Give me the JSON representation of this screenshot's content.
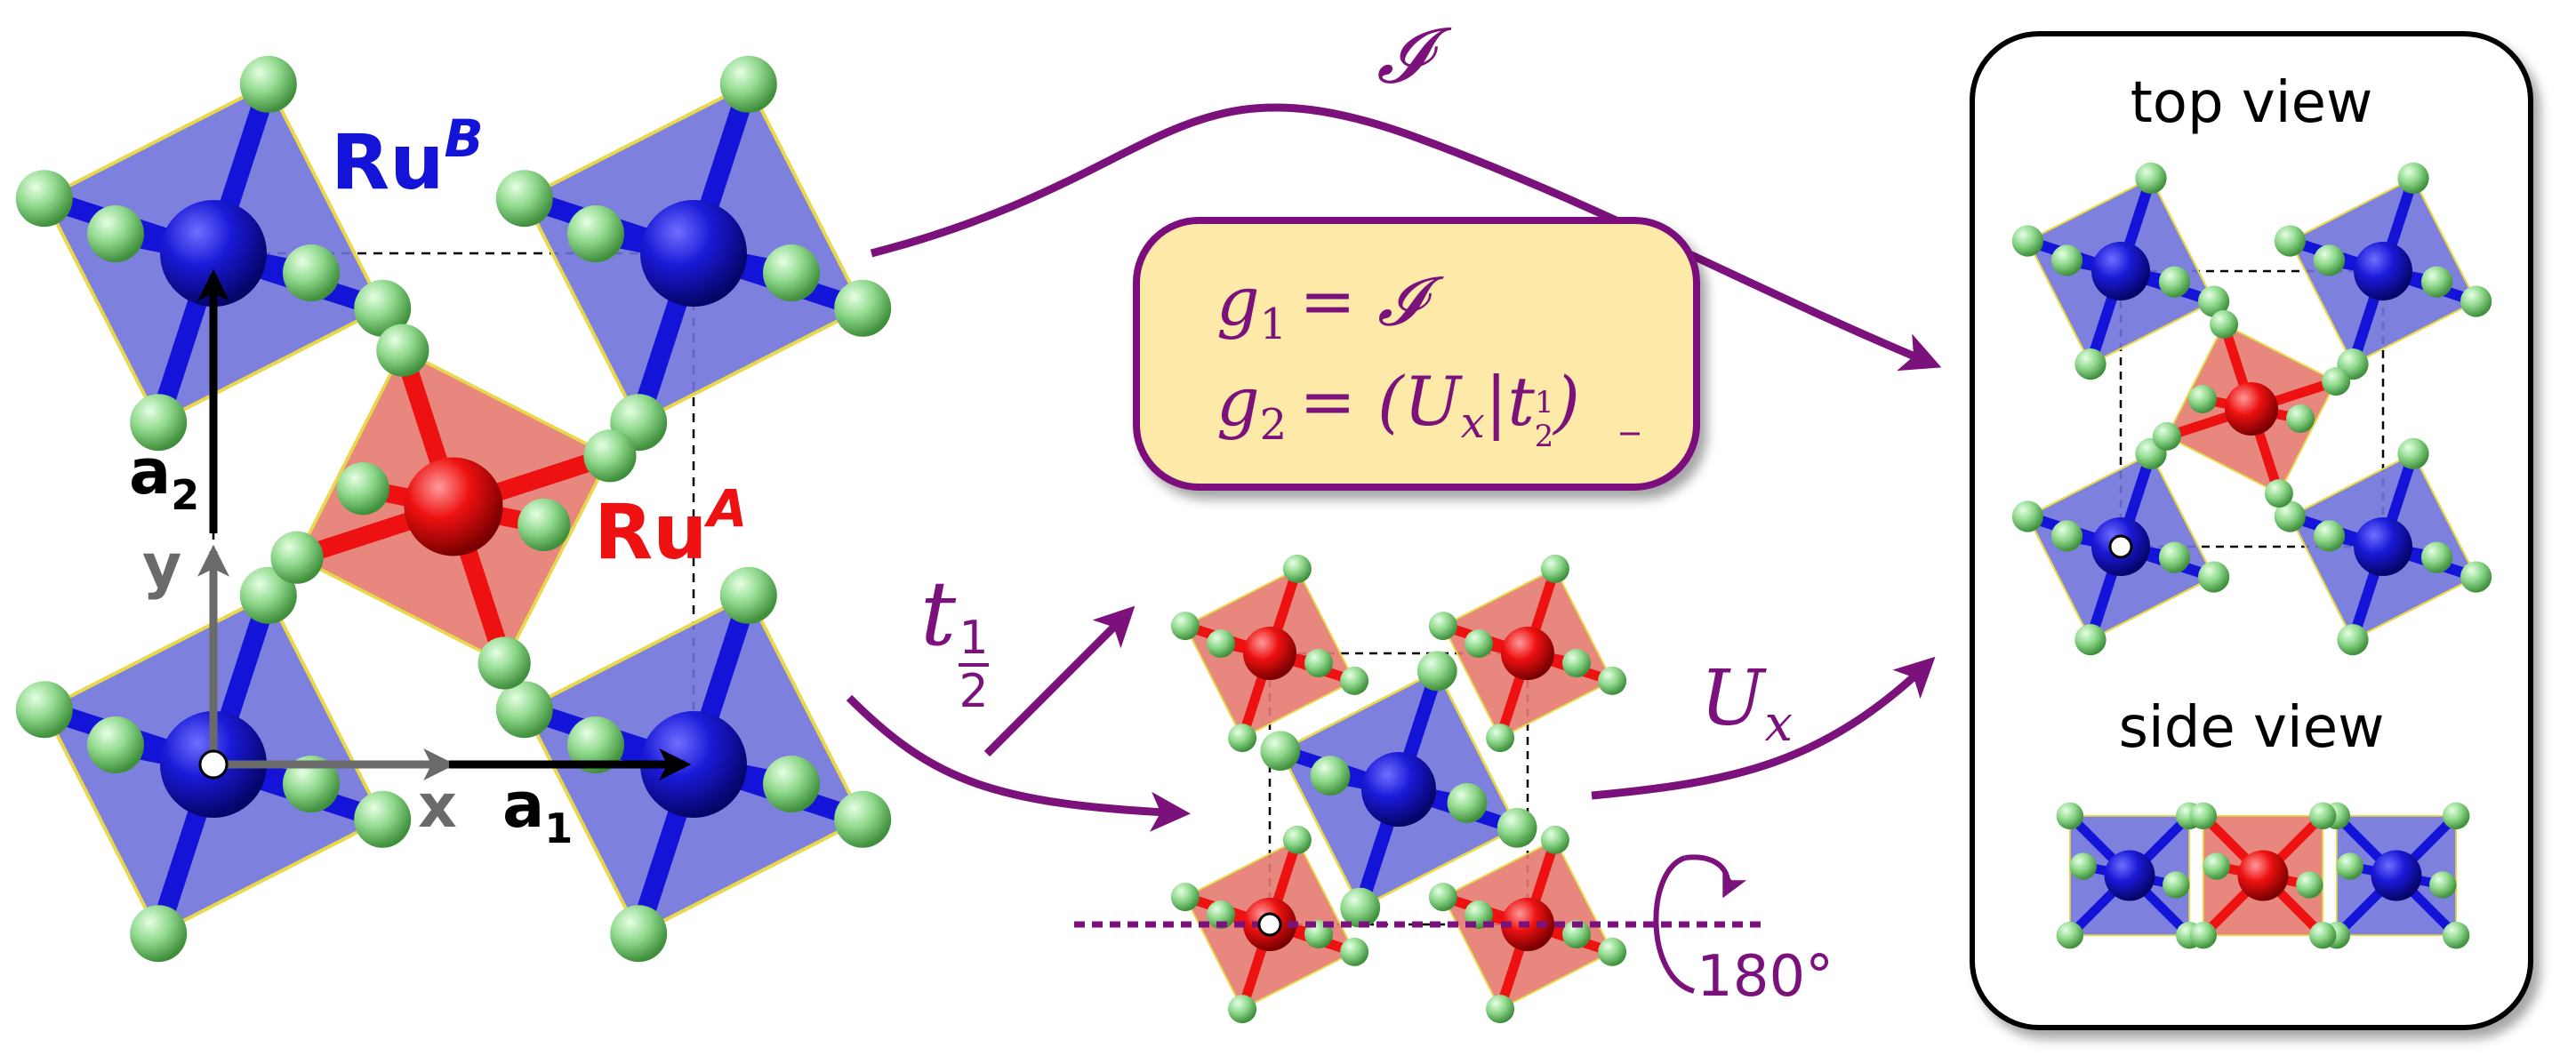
{
  "labels": {
    "ru_b_base": "Ru",
    "ru_b_sup": "B",
    "ru_a_base": "Ru",
    "ru_a_sup": "A",
    "a2_base": "a",
    "a2_sub": "2",
    "a1_base": "a",
    "a1_sub": "1",
    "y_axis": "y",
    "x_axis": "x",
    "inversion_symbol": "𝓘",
    "t_base": "t",
    "half_num": "1",
    "half_den": "2",
    "ux_base": "U",
    "ux_sub": "x",
    "rotation_angle": "180°",
    "top_view": "top view",
    "side_view": "side view"
  },
  "generators": {
    "g1_base": "g",
    "g1_sub": "1",
    "g1_rhs": "= 𝓘",
    "g2_base": "g",
    "g2_sub": "2",
    "g2_open": "= (U",
    "g2_x": "x",
    "g2_bar": "|t",
    "g2_close": ")"
  },
  "colors": {
    "ru_b": "#1414d8",
    "ru_a": "#ee1111",
    "blue_octahedron": "#6f72d8",
    "red_octahedron": "#e47a70",
    "oxygen": "#8fd88c",
    "arrow_purple": "#7b117b",
    "box_fill": "#fde9a8",
    "box_stroke": "#7b117b",
    "vector_black": "#000000",
    "axis_gray": "#666666"
  }
}
